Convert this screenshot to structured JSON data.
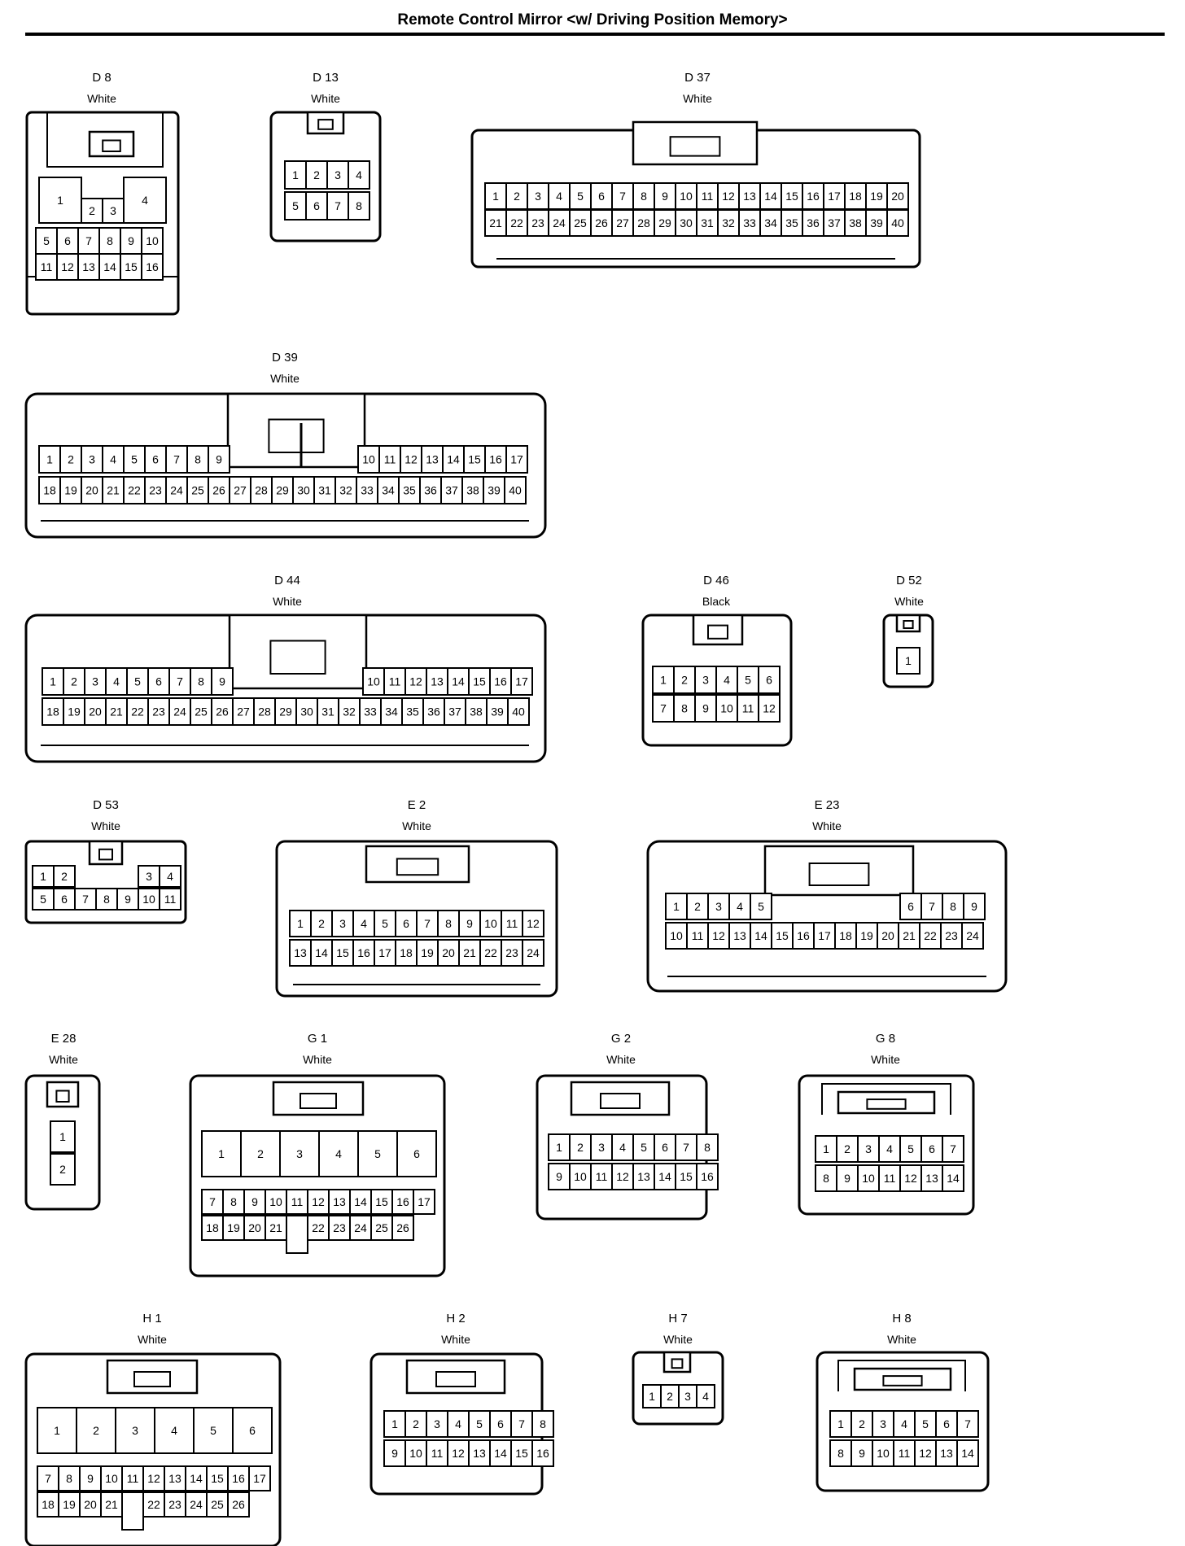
{
  "title": "Remote Control Mirror <w/ Driving Position Memory>",
  "connectors": [
    {
      "id": "D 8",
      "color": "White"
    },
    {
      "id": "D 13",
      "color": "White"
    },
    {
      "id": "D 37",
      "color": "White"
    },
    {
      "id": "D 39",
      "color": "White"
    },
    {
      "id": "D 44",
      "color": "White"
    },
    {
      "id": "D 46",
      "color": "Black"
    },
    {
      "id": "D 52",
      "color": "White"
    },
    {
      "id": "D 53",
      "color": "White"
    },
    {
      "id": "E 2",
      "color": "White"
    },
    {
      "id": "E 23",
      "color": "White"
    },
    {
      "id": "E 28",
      "color": "White"
    },
    {
      "id": "G 1",
      "color": "White"
    },
    {
      "id": "G 2",
      "color": "White"
    },
    {
      "id": "G 8",
      "color": "White"
    },
    {
      "id": "H 1",
      "color": "White"
    },
    {
      "id": "H 2",
      "color": "White"
    },
    {
      "id": "H 7",
      "color": "White"
    },
    {
      "id": "H 8",
      "color": "White"
    }
  ]
}
